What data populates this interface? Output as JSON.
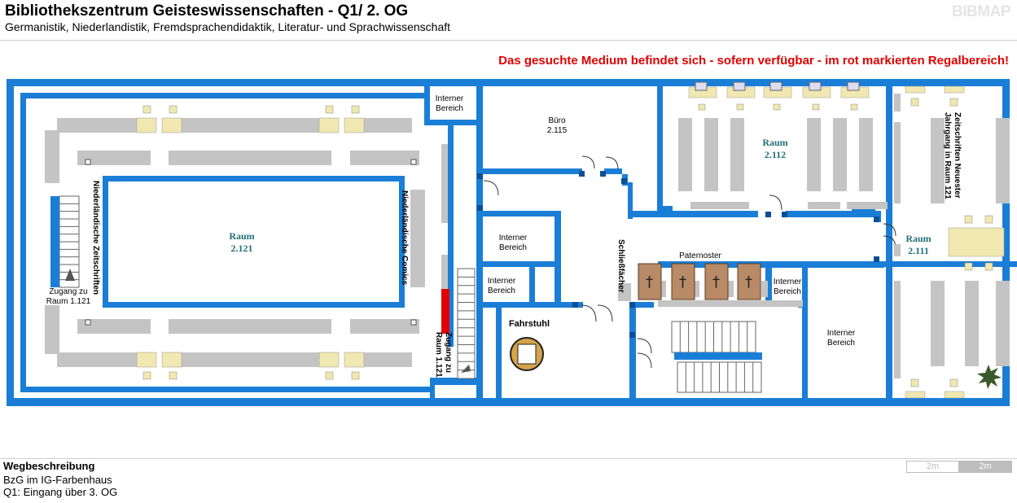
{
  "header": {
    "title": "Bibliothekszentrum Geisteswissenschaften - Q1/ 2. OG",
    "subtitle": "Germanistik, Niederlandistik, Fremdsprachendidaktik, Literatur- und Sprachwissenschaft",
    "logo": "BIBMAP",
    "notice": "Das gesuchte Medium befindet sich - sofern verfügbar -  im rot markierten Regalbereich!"
  },
  "map": {
    "colors": {
      "wall": "#1a7ed6",
      "shelf": "#c4c4c4",
      "highlight": "#e00000",
      "table": "#f0e8b0",
      "elevator": "#b88a66"
    },
    "labels": {
      "internal_1": [
        "Interner",
        "Bereich"
      ],
      "buero": [
        "Büro",
        "2.115"
      ],
      "raum_2112": [
        "Raum",
        "2.112"
      ],
      "raum_2121": [
        "Raum",
        "2.121"
      ],
      "raum_2111": [
        "Raum",
        "2.111"
      ],
      "internal_2": [
        "Interner",
        "Bereich"
      ],
      "internal_3": [
        "Interner",
        "Bereich"
      ],
      "internal_4": [
        "Interner",
        "Bereich"
      ],
      "internal_5": [
        "Interner",
        "Bereich"
      ],
      "paternoster": "Paternoster",
      "fahrstuhl": "Fahrstuhl",
      "schliessfaecher": "Schließfächer",
      "zeitschriften_left": "Niederländische Zeitschriften",
      "comics": "Niederländische Comics",
      "zeitschriften_right": [
        "Zeitschriften Neuester",
        "Jahrgang in Raum 121"
      ],
      "zugang_left": [
        "Zugang zu",
        "Raum 1.121"
      ],
      "zugang_right": [
        "Zugang zu",
        "Raum 1.121"
      ]
    }
  },
  "footer": {
    "title": "Wegbeschreibung",
    "line1": "BzG im IG-Farbenhaus",
    "line2": "Q1: Eingang über 3. OG",
    "scale_a": "2m",
    "scale_b": "2m"
  }
}
